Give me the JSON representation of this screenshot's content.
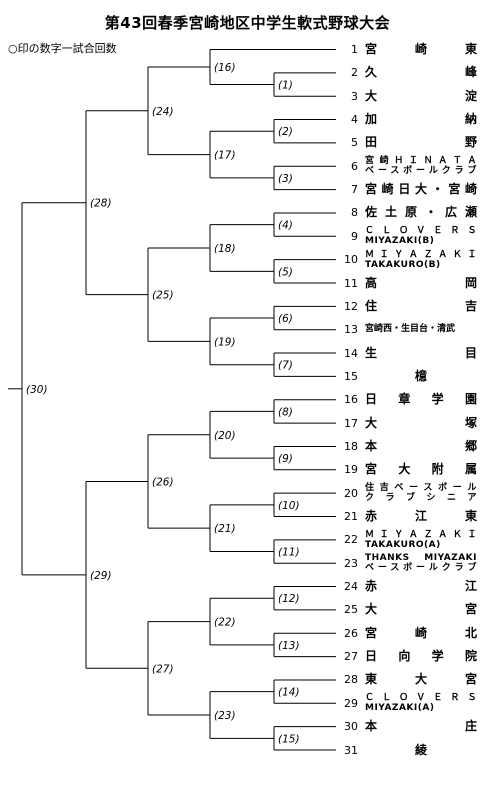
{
  "title": "第43回春季宮崎地区中学生軟式野球大会",
  "note": "○印の数字一試合回数",
  "teams": [
    {
      "no": "1",
      "lines": [
        "宮　崎　東"
      ]
    },
    {
      "no": "2",
      "lines": [
        "久　峰"
      ]
    },
    {
      "no": "3",
      "lines": [
        "大　淀"
      ]
    },
    {
      "no": "4",
      "lines": [
        "加　納"
      ]
    },
    {
      "no": "5",
      "lines": [
        "田　野"
      ]
    },
    {
      "no": "6",
      "lines": [
        "宮崎ＨＩＮＡＴＡ",
        "ベースボールクラブ"
      ]
    },
    {
      "no": "7",
      "lines": [
        "宮崎日大・宮崎"
      ]
    },
    {
      "no": "8",
      "lines": [
        "佐土原・広瀬"
      ]
    },
    {
      "no": "9",
      "lines": [
        "ＣＬＯＶＥＲＳ",
        "MIYAZAKI(B)"
      ]
    },
    {
      "no": "10",
      "lines": [
        "ＭＩＹＡＺＡＫＩ",
        "TAKAKURO(B)"
      ]
    },
    {
      "no": "11",
      "lines": [
        "高　岡"
      ]
    },
    {
      "no": "12",
      "lines": [
        "住　吉"
      ]
    },
    {
      "no": "13",
      "lines": [
        "宮崎西・生目台・清武"
      ]
    },
    {
      "no": "14",
      "lines": [
        "生　目"
      ]
    },
    {
      "no": "15",
      "lines": [
        "檍"
      ]
    },
    {
      "no": "16",
      "lines": [
        "日　章　学　園"
      ]
    },
    {
      "no": "17",
      "lines": [
        "大　塚"
      ]
    },
    {
      "no": "18",
      "lines": [
        "本　郷"
      ]
    },
    {
      "no": "19",
      "lines": [
        "宮　大　附　属"
      ]
    },
    {
      "no": "20",
      "lines": [
        "住吉ベースボール",
        "クラブシニア"
      ]
    },
    {
      "no": "21",
      "lines": [
        "赤　江　東"
      ]
    },
    {
      "no": "22",
      "lines": [
        "ＭＩＹＡＺＡＫＩ",
        "TAKAKURO(A)"
      ]
    },
    {
      "no": "23",
      "lines": [
        "THANKS MIYAZAKI",
        "ベースボールクラブ"
      ]
    },
    {
      "no": "24",
      "lines": [
        "赤　江"
      ]
    },
    {
      "no": "25",
      "lines": [
        "大　宮"
      ]
    },
    {
      "no": "26",
      "lines": [
        "宮　崎　北"
      ]
    },
    {
      "no": "27",
      "lines": [
        "日　向　学　院"
      ]
    },
    {
      "no": "28",
      "lines": [
        "東　大　宮"
      ]
    },
    {
      "no": "29",
      "lines": [
        "ＣＬＯＶＥＲＳ",
        "MIYAZAKI(A)"
      ]
    },
    {
      "no": "30",
      "lines": [
        "本　庄"
      ]
    },
    {
      "no": "31",
      "lines": [
        "綾"
      ]
    }
  ],
  "matches": [
    {
      "label": "(1)",
      "a": 1,
      "b": 2
    },
    {
      "label": "(2)",
      "a": 3,
      "b": 4
    },
    {
      "label": "(3)",
      "a": 5,
      "b": 6
    },
    {
      "label": "(4)",
      "a": 7,
      "b": 8
    },
    {
      "label": "(5)",
      "a": 9,
      "b": 10
    },
    {
      "label": "(6)",
      "a": 11,
      "b": 12
    },
    {
      "label": "(7)",
      "a": 13,
      "b": 14
    },
    {
      "label": "(8)",
      "a": 15,
      "b": 16
    },
    {
      "label": "(9)",
      "a": 17,
      "b": 18
    },
    {
      "label": "(10)",
      "a": 19,
      "b": 20
    },
    {
      "label": "(11)",
      "a": 21,
      "b": 22
    },
    {
      "label": "(12)",
      "a": 23,
      "b": 24
    },
    {
      "label": "(13)",
      "a": 25,
      "b": 26
    },
    {
      "label": "(14)",
      "a": 27,
      "b": 28
    },
    {
      "label": "(15)",
      "a": 29,
      "b": 30
    },
    {
      "label": "(16)",
      "a": 0,
      "b": "m1"
    },
    {
      "label": "(17)",
      "a": "m2",
      "b": "m3"
    },
    {
      "label": "(18)",
      "a": "m4",
      "b": "m5"
    },
    {
      "label": "(19)",
      "a": "m6",
      "b": "m7"
    },
    {
      "label": "(20)",
      "a": "m8",
      "b": "m9"
    },
    {
      "label": "(21)",
      "a": "m10",
      "b": "m11"
    },
    {
      "label": "(22)",
      "a": "m12",
      "b": "m13"
    },
    {
      "label": "(23)",
      "a": "m14",
      "b": "m15"
    },
    {
      "label": "(24)",
      "a": "m16",
      "b": "m17"
    },
    {
      "label": "(25)",
      "a": "m18",
      "b": "m19"
    },
    {
      "label": "(26)",
      "a": "m20",
      "b": "m21"
    },
    {
      "label": "(27)",
      "a": "m22",
      "b": "m23"
    },
    {
      "label": "(28)",
      "a": "m24",
      "b": "m25"
    },
    {
      "label": "(29)",
      "a": "m26",
      "b": "m27"
    },
    {
      "label": "(30)",
      "a": "m28",
      "b": "m29"
    }
  ]
}
